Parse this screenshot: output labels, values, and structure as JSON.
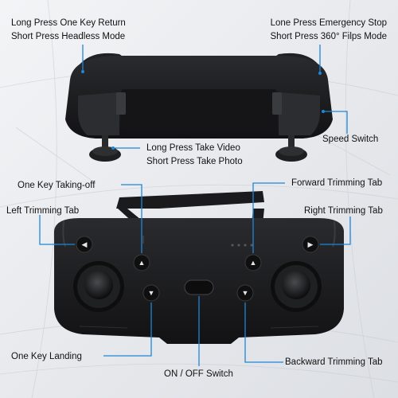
{
  "labels": {
    "top_left": {
      "line1": "Long Press One Key Return",
      "line2": "Short Press Headless Mode"
    },
    "top_right": {
      "line1": "Lone Press Emergency Stop",
      "line2": "Short Press 360° Filps Mode"
    },
    "speed_switch": "Speed Switch",
    "video_photo": {
      "line1": "Long Press Take Video",
      "line2": "Short Press Take Photo"
    },
    "one_key_takeoff": "One Key Taking-off",
    "forward_trimming_tab": "Forward Trimming Tab",
    "left_trimming_tab": "Left Trimming Tab",
    "right_trimming_tab": "Right Trimming Tab",
    "one_key_landing": "One Key Landing",
    "on_off_switch": "ON / OFF Switch",
    "backward_trimming_tab": "Backward Trimming Tab"
  },
  "icons": {
    "up_arrow": "▲",
    "down_arrow": "▼",
    "left_arrow": "◀",
    "right_arrow": "▶"
  },
  "colors": {
    "callout_blue": "#1f86d6",
    "controller_black": "#1a1b1d"
  }
}
